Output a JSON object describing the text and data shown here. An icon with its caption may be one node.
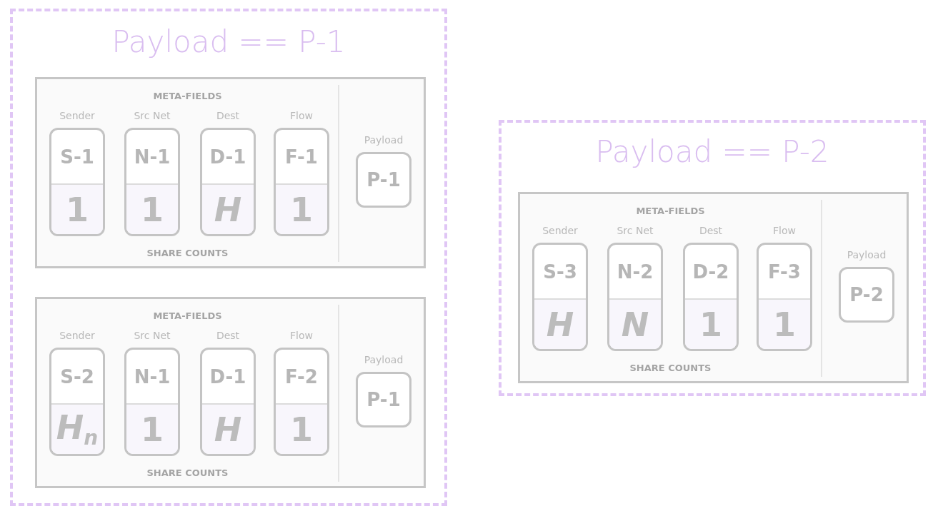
{
  "diagram": {
    "nodes": [
      {
        "text": [
          "Payload == P-1"
        ]
      },
      {
        "text": [
          "META-FIELDS",
          "SHARE COUNTS"
        ],
        "in": 0
      },
      {
        "text": [
          "Sender",
          "S-1",
          "1"
        ],
        "in": 1
      },
      {
        "text": [
          "Src Net",
          "N-1",
          "1"
        ],
        "in": 1
      },
      {
        "text": [
          "Dest",
          "D-1",
          "*H*"
        ],
        "in": 1
      },
      {
        "text": [
          "Flow",
          "F-1",
          "1"
        ],
        "in": 1
      },
      {
        "text": [
          "Payload",
          "P-1"
        ],
        "in": 1
      },
      {
        "text": [
          "META-FIELDS",
          "SHARE COUNTS"
        ],
        "in": 0
      },
      {
        "text": [
          "Sender",
          "S-2",
          "*H*$_{n}$"
        ],
        "in": 7
      },
      {
        "text": [
          "Src Net",
          "N-1",
          "1"
        ],
        "in": 7
      },
      {
        "text": [
          "Dest",
          "D-1",
          "*H*"
        ],
        "in": 7
      },
      {
        "text": [
          "Flow",
          "F-2",
          "1"
        ],
        "in": 7
      },
      {
        "text": [
          "Payload",
          "P-1"
        ],
        "in": 7
      },
      {
        "text": [
          "Payload == P-2"
        ]
      },
      {
        "text": [
          "META-FIELDS",
          "SHARE COUNTS"
        ],
        "in": 13
      },
      {
        "text": [
          "Sender",
          "S-3",
          "*H*"
        ],
        "in": 14
      },
      {
        "text": [
          "Src Net",
          "N-2",
          "*N*"
        ],
        "in": 14
      },
      {
        "text": [
          "Dest",
          "D-2",
          "1"
        ],
        "in": 14
      },
      {
        "text": [
          "Flow",
          "F-3",
          "1"
        ],
        "in": 14
      },
      {
        "text": [
          "Payload",
          "P-2"
        ],
        "in": 14
      }
    ]
  }
}
